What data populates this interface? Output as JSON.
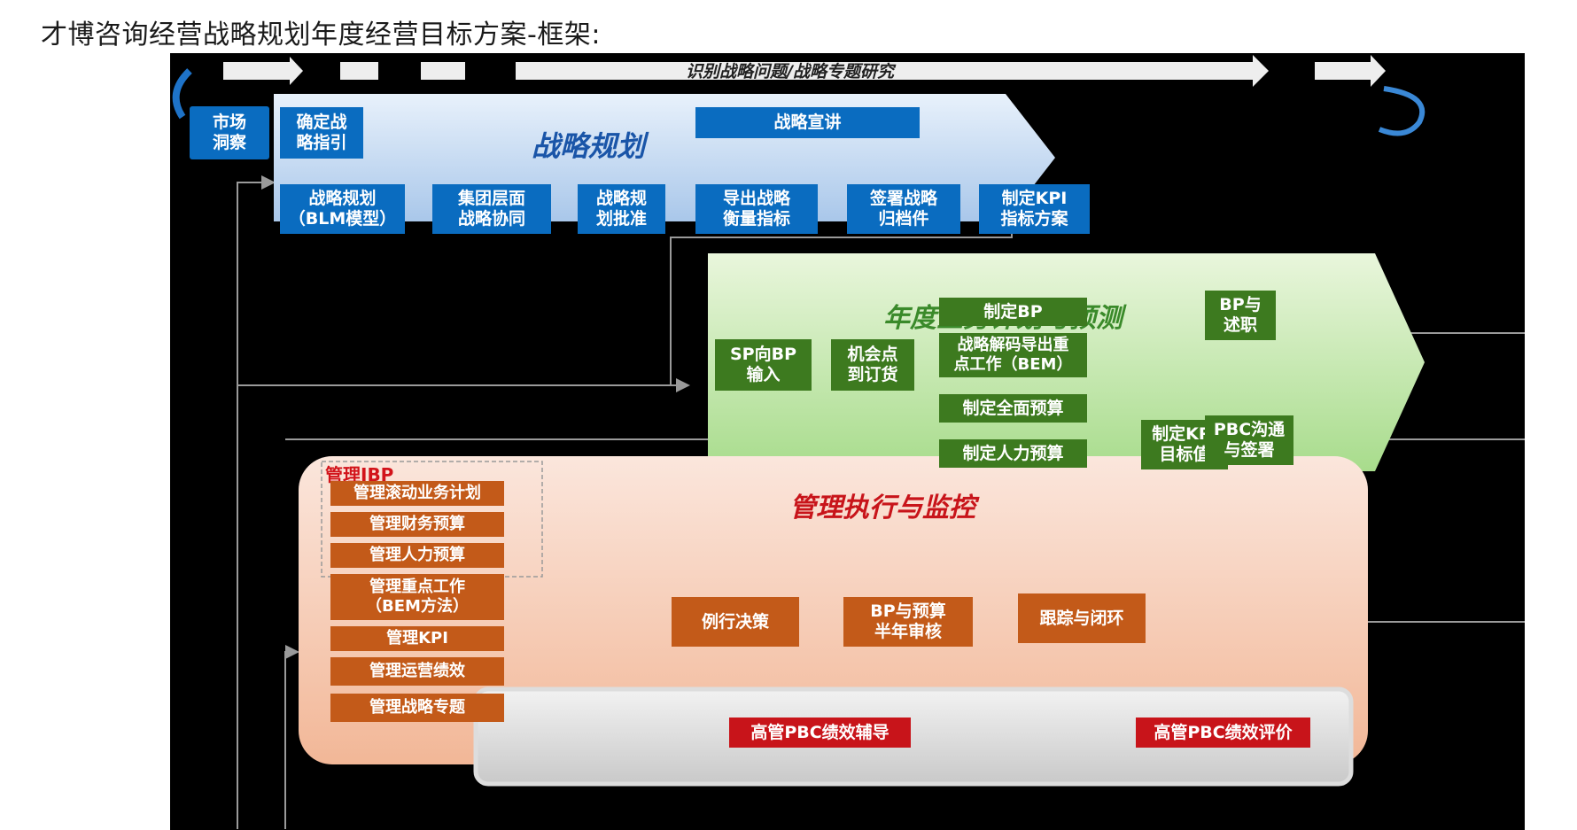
{
  "page_title": "才博咨询经营战略规划年度经营目标方案-框架:",
  "top_bar_label": "识别战略问题/战略专题研究",
  "strategy": {
    "title": "战略规划",
    "market_insight": "市场\n洞察",
    "guidance": "确定战\n略指引",
    "announce": "战略宣讲",
    "steps": [
      "战略规划\n（BLM模型）",
      "集团层面\n战略协同",
      "战略规\n划批准",
      "导出战略\n衡量指标",
      "签署战略\n归档件",
      "制定KPI\n指标方案"
    ]
  },
  "annual": {
    "title": "年度业务计划与预测",
    "sp_input": "SP向BP\n输入",
    "opportunity": "机会点\n到订货",
    "make_bp": "制定BP",
    "bem": "战略解码导出重\n点工作（BEM）",
    "budget": "制定全面预算",
    "hr_budget": "制定人力预算",
    "kpi_target": "制定KPI\n目标值",
    "bp_report": "BP与\n述职",
    "pbc": "PBC沟通\n与签署"
  },
  "execution": {
    "title": "管理执行与监控",
    "ibp_label": "管理IBP",
    "items": [
      "管理滚动业务计划",
      "管理财务预算",
      "管理人力预算",
      "管理重点工作\n（BEM方法）",
      "管理KPI",
      "管理运营绩效",
      "管理战略专题"
    ],
    "routine": "例行决策",
    "half_review": "BP与预算\n半年审核",
    "tracking": "跟踪与闭环",
    "pbc_coach": "高管PBC绩效辅导",
    "pbc_eval": "高管PBC绩效评价"
  },
  "colors": {
    "blue": "#0a6cc0",
    "green": "#3d7a1f",
    "orange": "#c35a19",
    "red": "#c8141a",
    "blue_title": "#1a55a8",
    "green_title": "#3a8a2a",
    "red_title": "#c8141a"
  }
}
